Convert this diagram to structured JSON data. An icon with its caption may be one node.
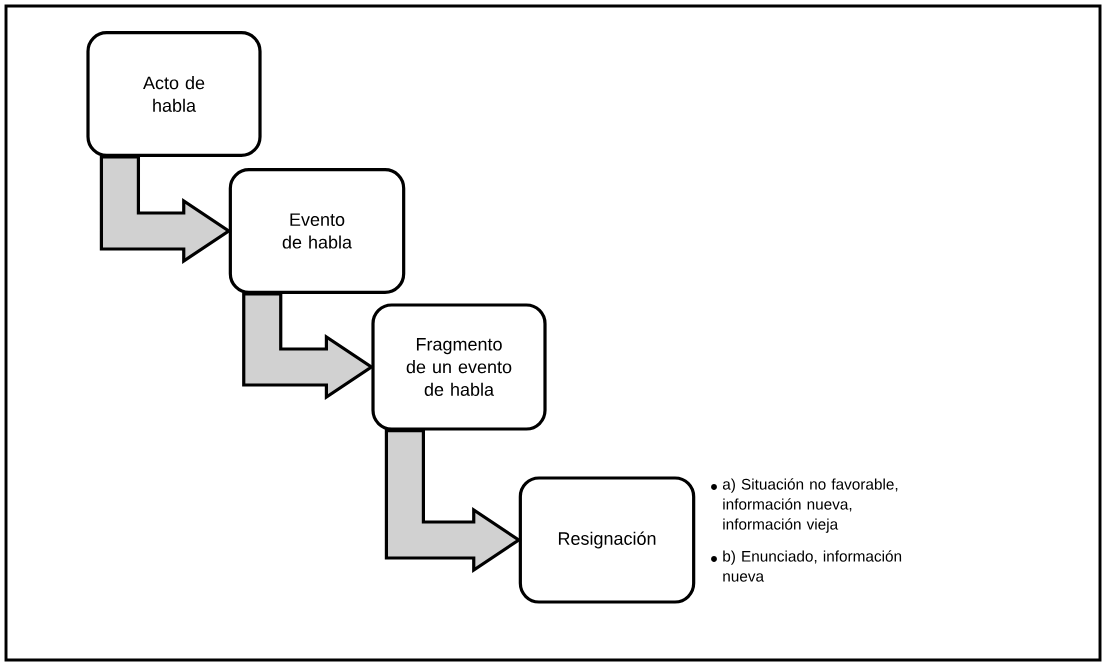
{
  "diagram": {
    "nodes": [
      {
        "text": [
          "Acto de habla"
        ]
      },
      {
        "text": [
          "Evento de habla"
        ]
      },
      {
        "text": [
          "Fragmento de un evento de habla"
        ]
      },
      {
        "text": [
          "Resignación"
        ],
        "beside": [
          "a) Situación no favorable, información nueva, información vieja",
          "b) Enunciado, información nueva"
        ]
      }
    ],
    "edges": [
      {
        "from": 0,
        "to": 1,
        "arrow": "to"
      },
      {
        "from": 1,
        "to": 2,
        "arrow": "to"
      },
      {
        "from": 2,
        "to": 3,
        "arrow": "to"
      }
    ]
  }
}
